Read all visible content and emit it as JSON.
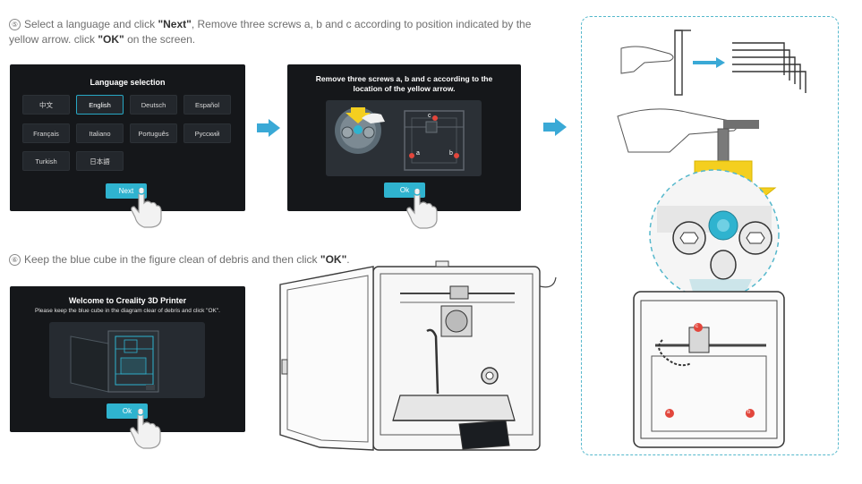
{
  "step5": {
    "number": "⑤",
    "text_a": "Select a language and click ",
    "next_word": "\"Next\"",
    "text_b": ", Remove three screws a, b and c according to position indicated by the yellow arrow. click ",
    "ok_word": "\"OK\"",
    "text_c": " on the screen."
  },
  "step6": {
    "number": "⑥",
    "text_a": "Keep the blue cube in the figure clean of debris and then click ",
    "ok_word": "\"OK\"",
    "text_b": "."
  },
  "language_screen": {
    "title": "Language selection",
    "languages": [
      "中文",
      "English",
      "Deutsch",
      "Español",
      "Français",
      "Italiano",
      "Português",
      "Русский",
      "Turkish",
      "日本語"
    ],
    "selected": "English",
    "next_label": "Next"
  },
  "screws_screen": {
    "title": "Remove three screws a, b and c according to the location of the yellow arrow.",
    "label_a": "a",
    "label_b": "b",
    "label_c": "c",
    "ok_label": "Ok"
  },
  "welcome_screen": {
    "title": "Welcome to Creality 3D Printer",
    "subtitle": "Please keep the blue cube in the diagram clear of debris and click \"OK\".",
    "ok_label": "Ok"
  },
  "detail_panel": {
    "label_a": "a",
    "label_b": "b",
    "label_c": "c"
  },
  "colors": {
    "accent": "#2fb3cf",
    "arrow_blue": "#3aa9d6",
    "yellow_arrow": "#f4cf1f",
    "dash_border": "#55b8cc",
    "screw_marker": "#e2463c",
    "screen_bg": "#15171a"
  },
  "icons": [
    "hand-pointer-icon",
    "right-arrow-icon",
    "hex-key-icon"
  ]
}
